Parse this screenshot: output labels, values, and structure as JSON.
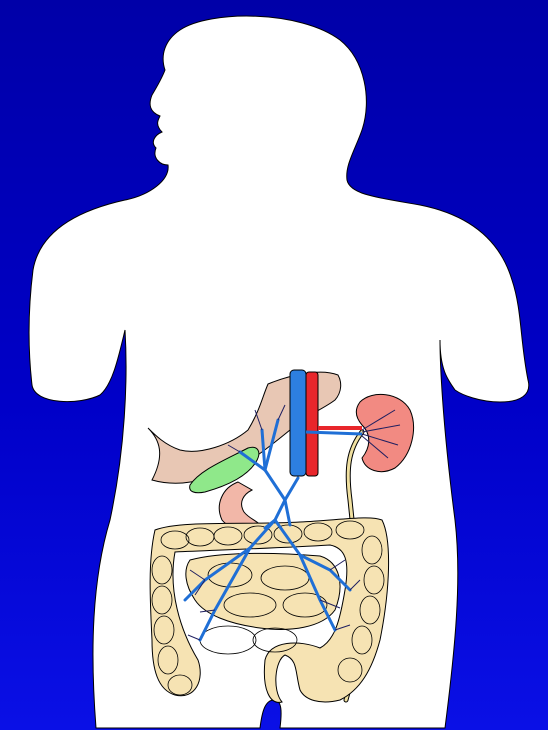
{
  "colors": {
    "background_top": "#0000a8",
    "background_bottom": "#0a10e6",
    "body": "#ffffff",
    "liver": "#e8c7b4",
    "gallbladder": "#8fe88a",
    "pancreas_duodenum": "#f2b7a8",
    "kidney": "#f28a82",
    "aorta": "#e8262b",
    "vena_cava": "#2d7fe0",
    "portal_veins": "#1f6fd6",
    "intestine": "#f6e3b3",
    "ureter": "#f0e0a0"
  },
  "organs": [
    "body-silhouette",
    "liver",
    "gallbladder",
    "pancreas",
    "kidney",
    "aorta",
    "vena-cava",
    "portal-vein",
    "large-intestine",
    "small-intestine",
    "ureter"
  ]
}
